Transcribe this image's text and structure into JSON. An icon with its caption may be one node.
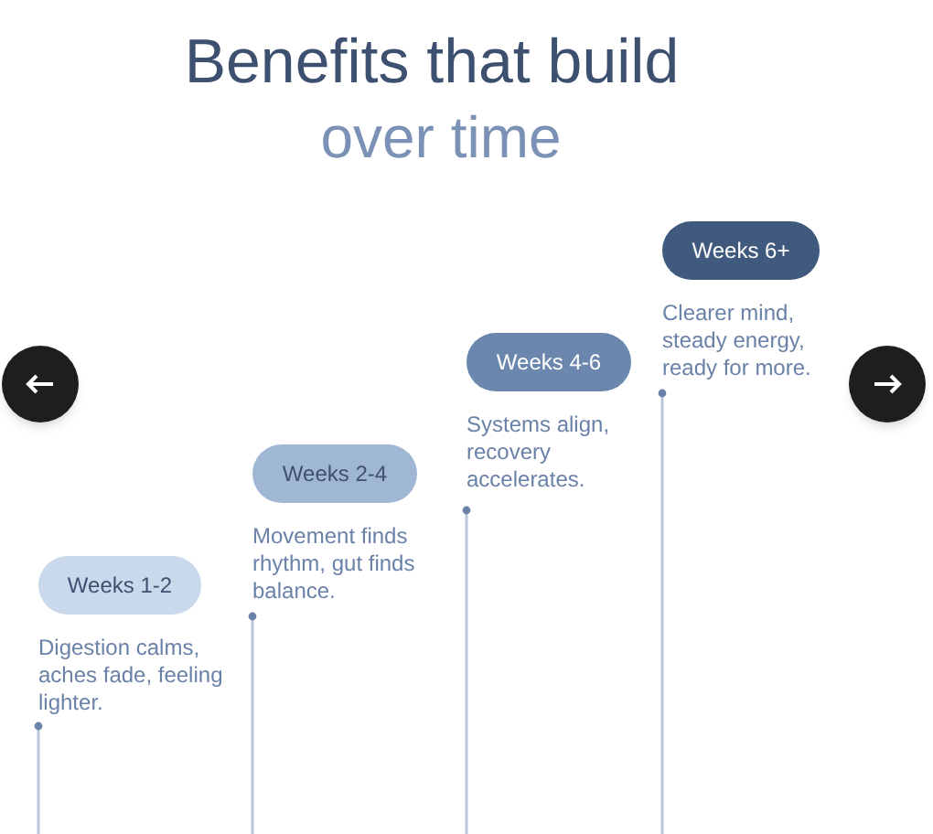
{
  "diagram": {
    "title": "Benefits that build",
    "nodes": [
      {
        "text": [
          "Weeks 1-2"
        ],
        "beside": [
          "Digestion calms, aches fade, feeling lighter."
        ]
      },
      {
        "text": [
          "Weeks 2-4"
        ],
        "beside": [
          "Movement finds rhythm, gut finds balance."
        ]
      },
      {
        "text": [
          "Weeks 4-6"
        ],
        "beside": [
          "Systems align, recovery accelerates."
        ]
      },
      {
        "text": [
          "Weeks 6+"
        ],
        "beside": [
          "Clearer mind, steady energy, ready for more."
        ]
      }
    ],
    "labels": [
      "over time"
    ]
  }
}
